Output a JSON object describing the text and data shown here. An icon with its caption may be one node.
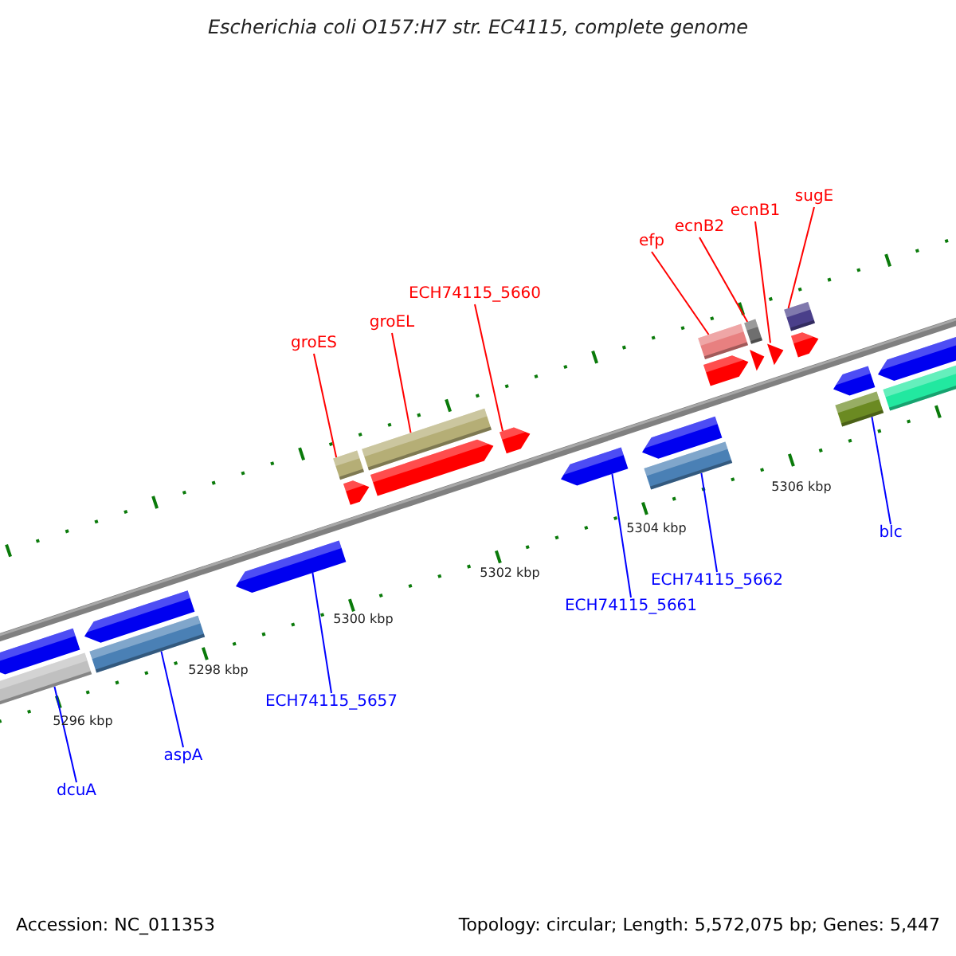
{
  "diagram": {
    "title": "Escherichia coli O157:H7 str. EC4115, complete genome",
    "nodes": [
      {
        "text": [
          "groES"
        ]
      },
      {
        "text": [
          "groEL"
        ]
      },
      {
        "text": [
          "ECH74115_5660"
        ]
      },
      {
        "text": [
          "efp"
        ]
      },
      {
        "text": [
          "ecnB2"
        ]
      },
      {
        "text": [
          "ecnB1"
        ]
      },
      {
        "text": [
          "sugE"
        ]
      },
      {
        "text": [
          "dcuA"
        ]
      },
      {
        "text": [
          "aspA"
        ]
      },
      {
        "text": [
          "ECH74115_5657"
        ]
      },
      {
        "text": [
          "ECH74115_5661"
        ]
      },
      {
        "text": [
          "ECH74115_5662"
        ]
      },
      {
        "text": [
          "blc"
        ]
      },
      {
        "text": [],
        "shape": "bar"
      },
      {
        "text": [],
        "shape": "arrow"
      },
      {
        "text": [],
        "shape": "arrow"
      },
      {
        "text": [],
        "shape": "bar"
      },
      {
        "text": [],
        "shape": "arrow"
      },
      {
        "text": [],
        "shape": "bar"
      },
      {
        "text": [],
        "shape": "arrow"
      },
      {
        "text": [],
        "shape": "bar"
      },
      {
        "text": [],
        "shape": "arrow"
      },
      {
        "text": [],
        "shape": "arrow"
      },
      {
        "text": [],
        "shape": "arrow"
      },
      {
        "text": [],
        "shape": "bar"
      },
      {
        "text": [],
        "shape": "arrow"
      },
      {
        "text": [],
        "shape": "arrow"
      },
      {
        "text": [],
        "shape": "bar"
      },
      {
        "text": [],
        "shape": "triangle"
      },
      {
        "text": [],
        "shape": "bar"
      },
      {
        "text": [],
        "shape": "triangle"
      },
      {
        "text": [],
        "shape": "arrow"
      },
      {
        "text": [],
        "shape": "bar"
      },
      {
        "text": [],
        "shape": "bar"
      },
      {
        "text": [],
        "shape": "arrow"
      },
      {
        "text": [],
        "shape": "arrow"
      },
      {
        "text": [],
        "shape": "bar"
      }
    ],
    "edges": [
      {
        "from": 0,
        "to": 18,
        "arrow": "none"
      },
      {
        "from": 1,
        "to": 20,
        "arrow": "none"
      },
      {
        "from": 2,
        "to": 22,
        "arrow": "none"
      },
      {
        "from": 3,
        "to": 27,
        "arrow": "none"
      },
      {
        "from": 4,
        "to": 29,
        "arrow": "none"
      },
      {
        "from": 5,
        "to": 30,
        "arrow": "none"
      },
      {
        "from": 6,
        "to": 32,
        "arrow": "none"
      },
      {
        "from": 7,
        "to": 13,
        "arrow": "none",
        "color": "#0000ff"
      },
      {
        "from": 8,
        "to": 16,
        "arrow": "none",
        "color": "#0000ff"
      },
      {
        "from": 9,
        "to": 17,
        "arrow": "none",
        "color": "#0000ff"
      },
      {
        "from": 10,
        "to": 23,
        "arrow": "none",
        "color": "#0000ff"
      },
      {
        "from": 11,
        "to": 24,
        "arrow": "none",
        "color": "#0000ff"
      },
      {
        "from": 12,
        "to": 33,
        "arrow": "none",
        "color": "#0000ff"
      }
    ],
    "labels": [
      "5296 kbp",
      "5298 kbp",
      "5300 kbp",
      "5302 kbp",
      "5304 kbp",
      "5306 kbp",
      "Accession: NC_011353",
      "Topology: circular; Length: 5,572,075 bp; Genes: 5,447"
    ]
  }
}
